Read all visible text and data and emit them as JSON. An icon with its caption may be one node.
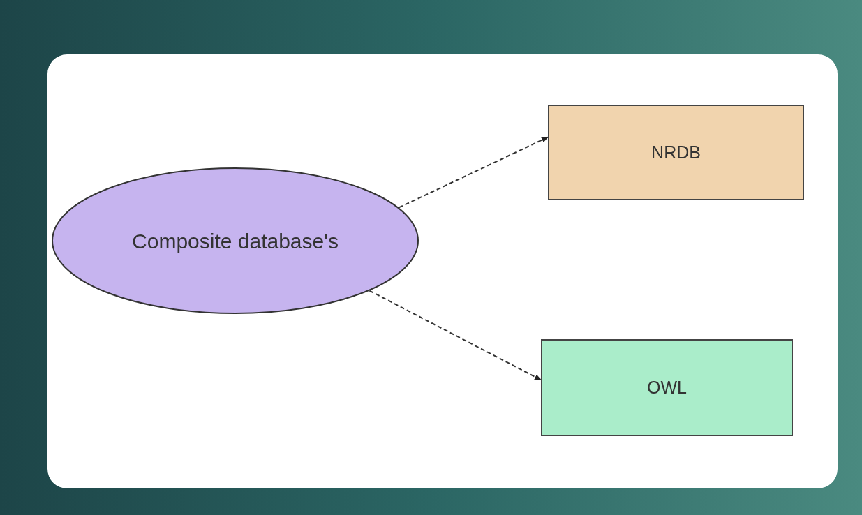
{
  "diagram": {
    "nodes": [
      {
        "text": [
          "Composite database's"
        ]
      },
      {
        "text": [
          "NRDB"
        ]
      },
      {
        "text": [
          "OWL"
        ]
      }
    ],
    "edges": [
      {
        "from": 0,
        "to": 1,
        "arrow": "to",
        "style": "dashed"
      },
      {
        "from": 0,
        "to": 2,
        "arrow": "to",
        "style": "dashed"
      }
    ]
  }
}
